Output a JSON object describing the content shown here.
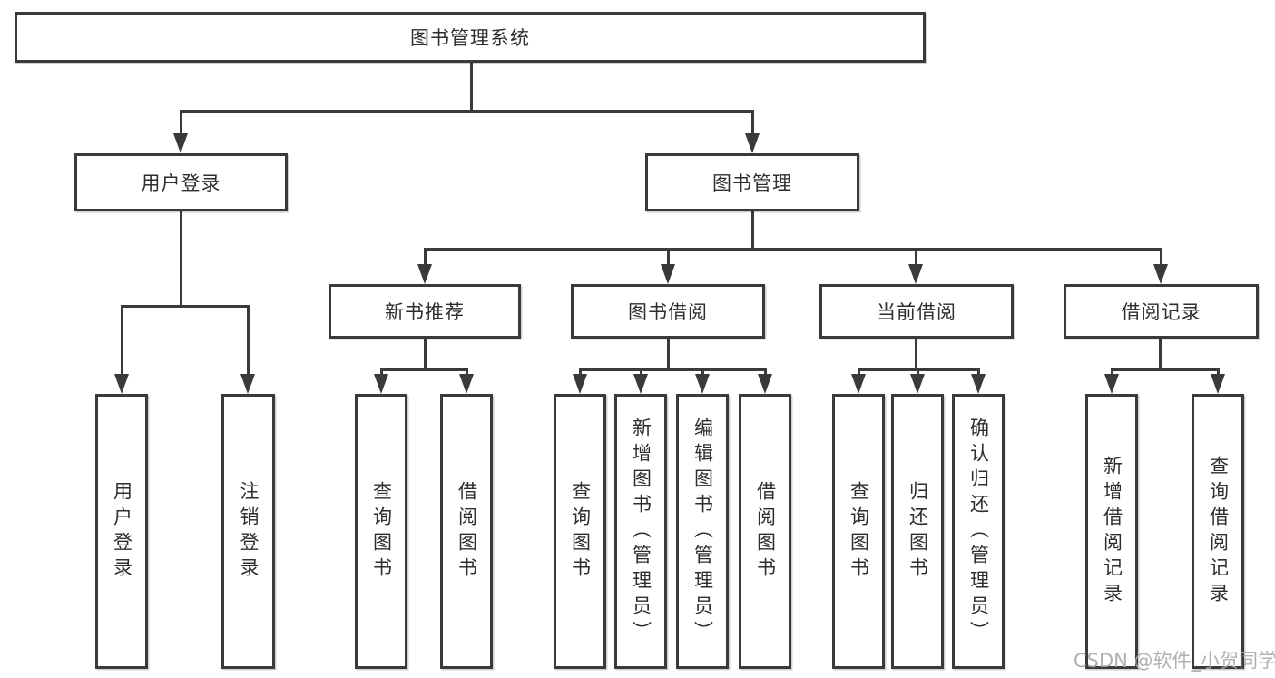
{
  "colors": {
    "line": "#3a3a3a",
    "text": "#2e2e2e",
    "box_background": "#ffffff",
    "page_background": "#ffffff",
    "watermark": "#a8a8a8"
  },
  "diagram": {
    "root": {
      "label": "图书管理系统"
    },
    "level2": [
      {
        "label": "用户登录"
      },
      {
        "label": "图书管理"
      }
    ],
    "level3": [
      {
        "label": "新书推荐"
      },
      {
        "label": "图书借阅"
      },
      {
        "label": "当前借阅"
      },
      {
        "label": "借阅记录"
      }
    ],
    "leaves": [
      {
        "label": "用户登录"
      },
      {
        "label": "注销登录"
      },
      {
        "label": "查询图书"
      },
      {
        "label": "借阅图书"
      },
      {
        "label": "查询图书"
      },
      {
        "label": "新增图书（管理员）"
      },
      {
        "label": "编辑图书（管理员）"
      },
      {
        "label": "借阅图书"
      },
      {
        "label": "查询图书"
      },
      {
        "label": "归还图书"
      },
      {
        "label": "确认归还（管理员）"
      },
      {
        "label": "新增借阅记录"
      },
      {
        "label": "查询借阅记录"
      }
    ]
  },
  "watermark": {
    "text": "CSDN @软件_小贺同学"
  }
}
